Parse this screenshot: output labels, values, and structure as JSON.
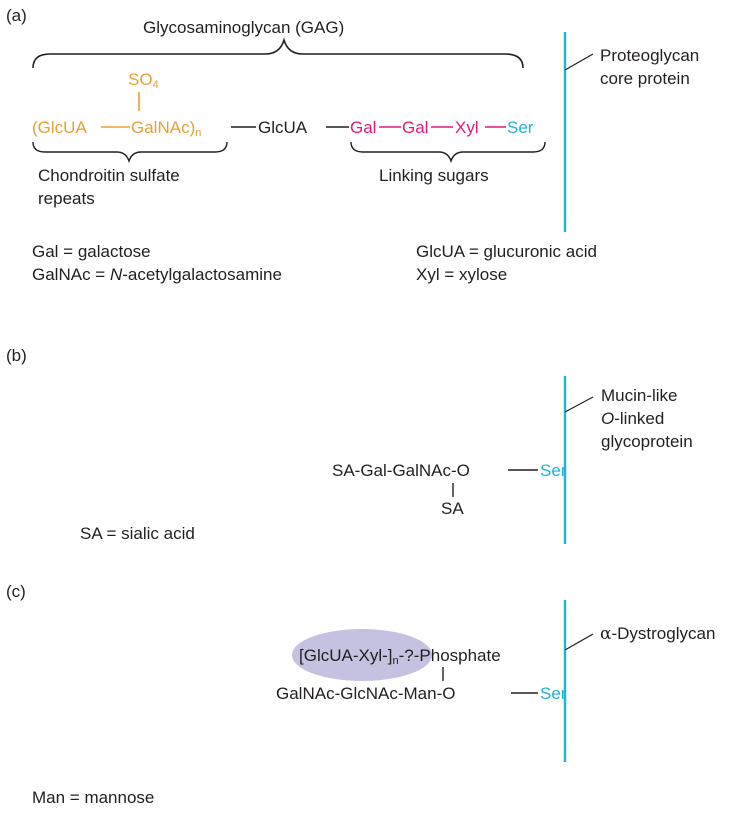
{
  "colors": {
    "gag_chain": "#e8a035",
    "linking_sugars": "#e2187e",
    "serine_protein": "#1eb4d4",
    "oval": "#c4c1e1",
    "text": "#231f20"
  },
  "panel_a": {
    "label": "(a)",
    "gag_title": "Glycosaminoglycan (GAG)",
    "so4": "SO",
    "so4_sub": "4",
    "repeat_open": "(GlcUA",
    "repeat_galnac": "GalNAc)",
    "repeat_n": "n",
    "glcua": "GlcUA",
    "gal1": "Gal",
    "gal2": "Gal",
    "xyl": "Xyl",
    "ser": "Ser",
    "protein_line1": "Proteoglycan",
    "protein_line2": "core protein",
    "chondroitin_line1": "Chondroitin sulfate",
    "chondroitin_line2": "repeats",
    "linking": "Linking sugars",
    "legend": {
      "gal": "Gal = galactose",
      "galnac_prefix": "GalNAc = ",
      "galnac_italic": "N",
      "galnac_rest": "-acetylgalactosamine",
      "glcua": "GlcUA = glucuronic acid",
      "xyl": "Xyl = xylose"
    }
  },
  "panel_b": {
    "label": "(b)",
    "chain": "SA-Gal-GalNAc-O",
    "branch": "SA",
    "ser": "Ser",
    "protein_line1": "Mucin-like",
    "protein_line2_italic": "O",
    "protein_line2_rest": "-linked",
    "protein_line3": "glycoprotein",
    "legend": "SA = sialic acid"
  },
  "panel_c": {
    "label": "(c)",
    "branch_pre": "[GlcUA-Xyl-]",
    "branch_n": "n",
    "branch_post": "-?-Phosphate",
    "chain": "GalNAc-GlcNAc-Man-O",
    "ser": "Ser",
    "protein_greek": "α",
    "protein_rest": "-Dystroglycan",
    "legend": "Man = mannose"
  }
}
